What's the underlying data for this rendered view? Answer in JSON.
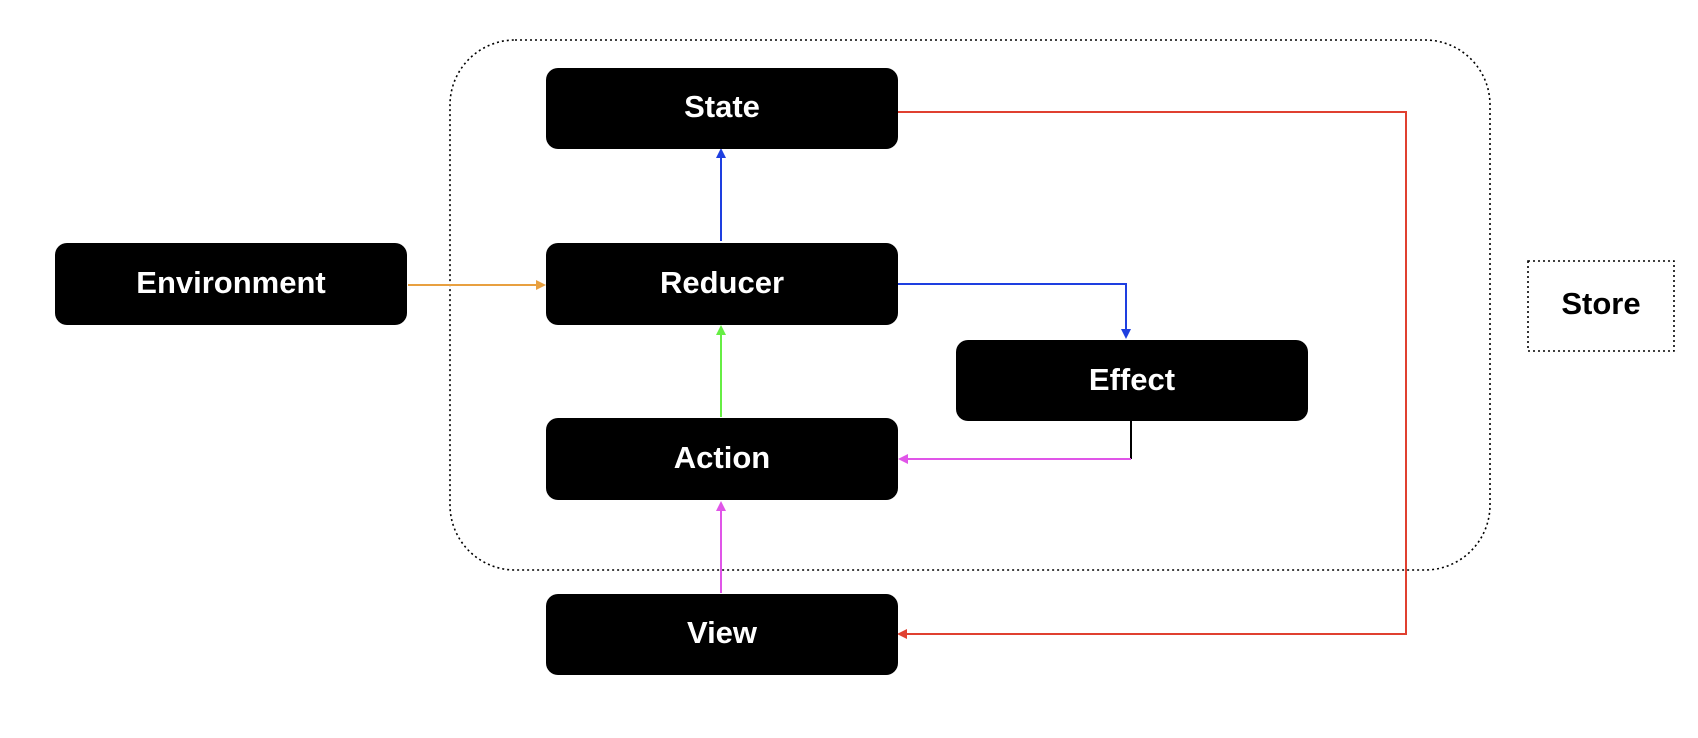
{
  "nodes": {
    "state": "State",
    "reducer": "Reducer",
    "environment": "Environment",
    "effect": "Effect",
    "action": "Action",
    "view": "View"
  },
  "legend": {
    "store": "Store"
  },
  "colors": {
    "box": "#000000",
    "environment_arrow": "#e8a040",
    "reducer_arrows": "#1e3fe0",
    "action_to_reducer": "#66ee44",
    "effect_view_to_action": "#e055e8",
    "state_to_view": "#e04030"
  }
}
